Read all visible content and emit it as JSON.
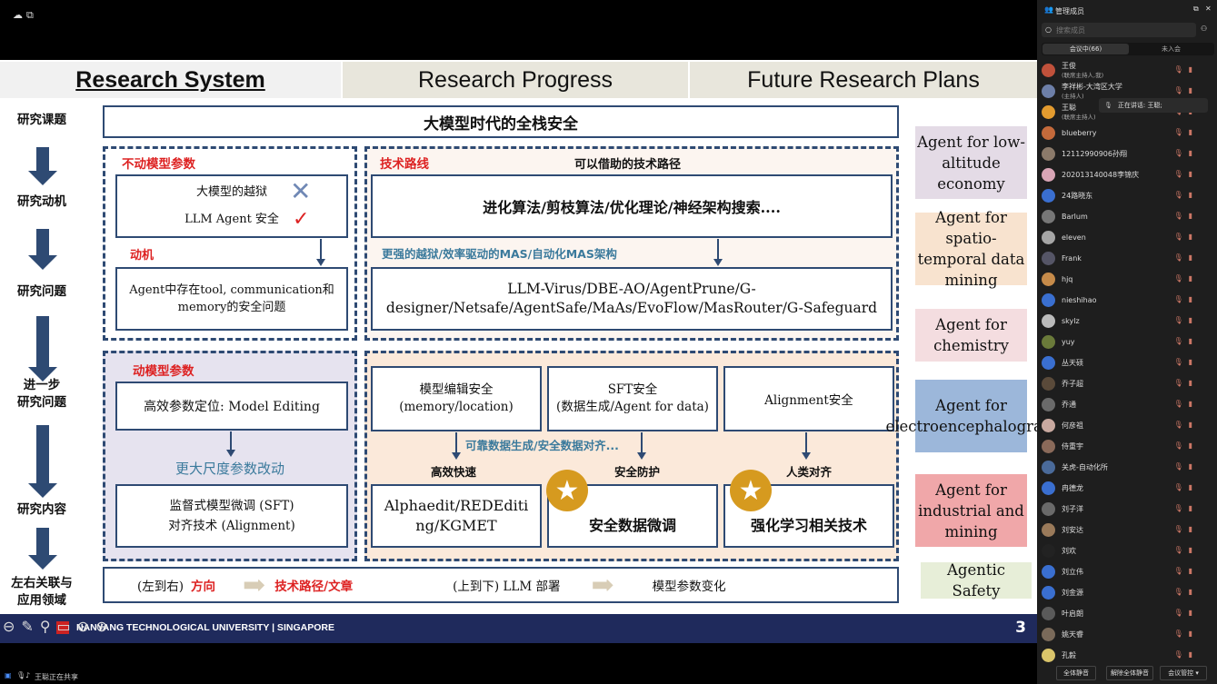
{
  "topbar": {
    "icons": [
      "cloud-icon",
      "dual-screen-icon"
    ]
  },
  "slide": {
    "headers": {
      "system": "Research System",
      "progress": "Research Progress",
      "future": "Future Research Plans"
    },
    "left_labels": [
      "研究课题",
      "研究动机",
      "研究问题",
      "进一步\n研究问题",
      "研究内容",
      "左右关联与\n应用领域"
    ],
    "topic": "大模型时代的全栈安全",
    "frozen": {
      "title": "不动模型参数",
      "box1_line1": "大模型的越狱",
      "box1_line2": "LLM Agent 安全",
      "motivation_label": "动机",
      "box2": "Agent中存在tool, communication和memory的安全问题"
    },
    "tech": {
      "title": "技术路线",
      "subtitle": "可以借助的技术路径",
      "box1": "进化算法/剪枝算法/优化理论/神经架构搜索....",
      "mid": "更强的越狱/效率驱动的MAS/自动化MAS架构",
      "box2": "LLM-Virus/DBE-AO/AgentPrune/G-designer/Netsafe/AgentSafe/MaAs/EvoFlow/MasRouter/G-Safeguard"
    },
    "moving": {
      "title": "动模型参数",
      "box1": "高效参数定位: Model Editing",
      "mid": "更大尺度参数改动",
      "box2": "监督式模型微调 (SFT)\n对齐技术 (Alignment)"
    },
    "lower": {
      "col1_top": "模型编辑安全\n(memory/location)",
      "col2_top": "SFT安全\n(数据生成/Agent for data)",
      "col3_top": "Alignment安全",
      "mid": "可靠数据生成/安全数据对齐...",
      "col1_label": "高效快速",
      "col2_label": "安全防护",
      "col3_label": "人类对齐",
      "col1_bottom": "Alphaedit/REDEditing/KGMET",
      "col2_bottom": "安全数据微调",
      "col3_bottom": "强化学习相关技术"
    },
    "bottom_row": {
      "part1": "(左到右)",
      "part2": "方向",
      "part3": "技术路径/文章",
      "part4": "(上到下) LLM 部署",
      "part5": "模型参数变化"
    },
    "future": [
      {
        "text": "Agent for low-altitude economy",
        "color": "#e4dbe6"
      },
      {
        "text": "Agent for spatio-temporal data mining",
        "color": "#f8e3cf"
      },
      {
        "text": "Agent for chemistry",
        "color": "#f4dde0"
      },
      {
        "text": "Agent for electroencephalogram",
        "color": "#9cb7da"
      },
      {
        "text": "Agent for industrial and mining",
        "color": "#f0a7a9"
      },
      {
        "text": "Agentic Safety",
        "color": "#e7eed8"
      }
    ],
    "footer": {
      "university": "NANYANG TECHNOLOGICAL UNIVERSITY | SINGAPORE",
      "page": "3"
    }
  },
  "panel": {
    "title": "管理成员",
    "search_placeholder": "搜索成员",
    "tab_in": "会议中(66)",
    "tab_out": "未入会",
    "speaking": "正在讲话: 王聪;",
    "members": [
      {
        "name": "王俊",
        "sub": "(联席主持人,我)",
        "color": "#c0513b"
      },
      {
        "name": "李祥彬-大湾区大学",
        "sub": "(主持人)",
        "color": "#6d7fa8"
      },
      {
        "name": "王聪",
        "sub": "(联席主持人)",
        "color": "#e39b2f"
      },
      {
        "name": "blueberry",
        "sub": "",
        "color": "#c46a3b"
      },
      {
        "name": "12112990906孙翔",
        "sub": "",
        "color": "#8b7a6a"
      },
      {
        "name": "202013140048李锦庆",
        "sub": "",
        "color": "#d9a5b6"
      },
      {
        "name": "24路晓东",
        "sub": "",
        "color": "#3a6fd0"
      },
      {
        "name": "Barlum",
        "sub": "",
        "color": "#777"
      },
      {
        "name": "eleven",
        "sub": "",
        "color": "#a6a6a6"
      },
      {
        "name": "Frank",
        "sub": "",
        "color": "#556"
      },
      {
        "name": "hjq",
        "sub": "",
        "color": "#c68b4a"
      },
      {
        "name": "nieshihao",
        "sub": "",
        "color": "#3a6fd0"
      },
      {
        "name": "skylz",
        "sub": "",
        "color": "#bbb"
      },
      {
        "name": "yuy",
        "sub": "",
        "color": "#6a7a3a"
      },
      {
        "name": "丛天硕",
        "sub": "",
        "color": "#3a6fd0"
      },
      {
        "name": "乔子超",
        "sub": "",
        "color": "#5a4a3a"
      },
      {
        "name": "乔通",
        "sub": "",
        "color": "#6a6a6a"
      },
      {
        "name": "何彦祖",
        "sub": "",
        "color": "#c9a9a0"
      },
      {
        "name": "侍重宇",
        "sub": "",
        "color": "#8a6a5a"
      },
      {
        "name": "关虎-自动化所",
        "sub": "",
        "color": "#4a6a9a"
      },
      {
        "name": "冉德龙",
        "sub": "",
        "color": "#3a6fd0"
      },
      {
        "name": "刘子洋",
        "sub": "",
        "color": "#6a6a6a"
      },
      {
        "name": "刘安达",
        "sub": "",
        "color": "#9a7a5a"
      },
      {
        "name": "刘欢",
        "sub": "",
        "color": "#222"
      },
      {
        "name": "刘立伟",
        "sub": "",
        "color": "#3a6fd0"
      },
      {
        "name": "刘金源",
        "sub": "",
        "color": "#3a6fd0"
      },
      {
        "name": "叶启朗",
        "sub": "",
        "color": "#5a5a5a"
      },
      {
        "name": "姚天睿",
        "sub": "",
        "color": "#7a6a5a"
      },
      {
        "name": "孔毅",
        "sub": "",
        "color": "#d9c46a"
      }
    ],
    "buttons": {
      "mute_all": "全体静音",
      "unmute_all": "解除全体静音",
      "meeting_control": "会议管控 ▾"
    }
  },
  "bottombar": {
    "sharing": "王聪正在共享"
  }
}
